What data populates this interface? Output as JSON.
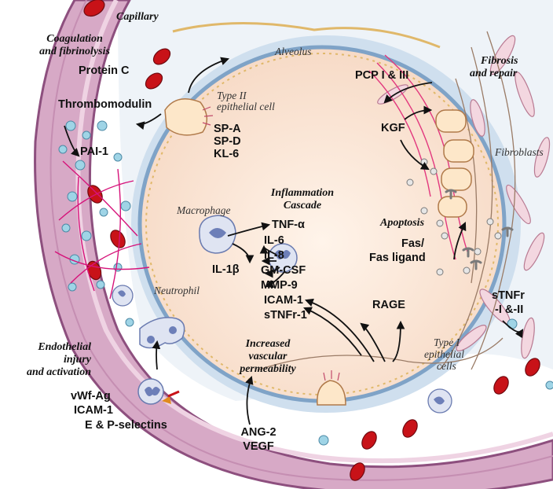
{
  "colors": {
    "vessel_wall": "#d7a9c6",
    "vessel_wall_dark": "#8d4f7e",
    "alveolus_fill": "#fde8d8",
    "alveolus_border": "#7fa3c7",
    "red_cell": "#c81218",
    "fibrin": "#d6137a",
    "platelet": "#9fd4e6",
    "arrow": "#111111"
  },
  "labels": {
    "capillary": "Capillary",
    "coag_1": "Coagulation",
    "coag_2": "and fibrinolysis",
    "protein_c": "Protein C",
    "thrombomodulin": "Thrombomodulin",
    "pai1": "PAI-1",
    "alveolus": "Alveolus",
    "type2_1": "Type II",
    "type2_2": "epithelial cell",
    "spa": "SP-A",
    "spd": "SP-D",
    "kl6": "KL-6",
    "pcp": "PCP I & III",
    "fibrosis_1": "Fibrosis",
    "fibrosis_2": "and repair",
    "kgf": "KGF",
    "fibroblasts": "Fibroblasts",
    "inflam_1": "Inflammation",
    "inflam_2": "Cascade",
    "macrophage": "Macrophage",
    "tnf": "TNF-α",
    "il6": "IL-6",
    "il8": "IL-8",
    "gmcsf": "GM-CSF",
    "mmp9": "MMP-9",
    "icam1_center": "ICAM-1",
    "stnfr1": "sTNFr-1",
    "il1b": "IL-1β",
    "rage": "RAGE",
    "apoptosis": "Apoptosis",
    "fas_1": "Fas/",
    "fas_2": "Fas ligand",
    "neutrophil": "Neutrophil",
    "stnfr2_1": "sTNFr",
    "stnfr2_2": "-I &-II",
    "type1_1": "Type I",
    "type1_2": "epithelial",
    "type1_3": "cells",
    "perm_1": "Increased",
    "perm_2": "vascular",
    "perm_3": "permeability",
    "endo_1": "Endothelial",
    "endo_2": "injury",
    "endo_3": "and activation",
    "vwf": "vWf-Ag",
    "icam1_left": "ICAM-1",
    "selectins": "E & P-selectins",
    "ang2": "ANG-2",
    "vegf": "VEGF"
  }
}
